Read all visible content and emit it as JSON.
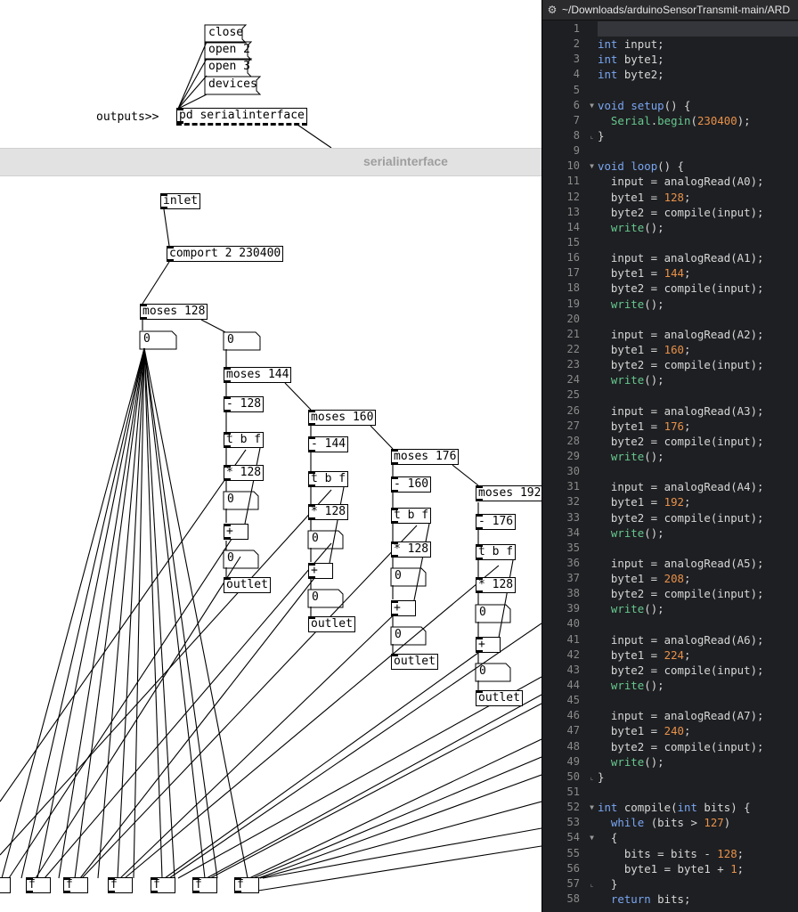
{
  "pd_main": {
    "messages": [
      "close",
      "open 2",
      "open 3",
      "devices"
    ],
    "comment": "outputs>>",
    "subpatch": "pd serialinterface"
  },
  "subwindow_title": "serialinterface",
  "subpatch": {
    "inlet": "inlet",
    "comport": "comport 2 230400",
    "moses": [
      "moses 128",
      "moses 144",
      "moses 160",
      "moses 176",
      "moses 192"
    ],
    "minus": [
      "- 128",
      "- 144",
      "- 160",
      "- 176"
    ],
    "tbf": "t b f",
    "mult": "* 128",
    "plus": "+",
    "number_value": "0",
    "outlet": "outlet",
    "f_label": "f"
  },
  "editor": {
    "title": "~/Downloads/arduinoSensorTransmit-main/ARD",
    "line_numbers": [
      "1",
      "2",
      "3",
      "4",
      "5",
      "6",
      "7",
      "8",
      "9",
      "10",
      "11",
      "12",
      "13",
      "14",
      "15",
      "16",
      "17",
      "18",
      "19",
      "20",
      "21",
      "22",
      "23",
      "24",
      "25",
      "26",
      "27",
      "28",
      "29",
      "30",
      "31",
      "32",
      "33",
      "34",
      "35",
      "36",
      "37",
      "38",
      "39",
      "40",
      "41",
      "42",
      "43",
      "44",
      "45",
      "46",
      "47",
      "48",
      "49",
      "50",
      "51",
      "52",
      "53",
      "54",
      "55",
      "56",
      "57",
      "58"
    ]
  },
  "colors": {
    "editor_bg": "#1e1f22",
    "keyword": "#79a6f2",
    "number": "#e8914a",
    "builtin": "#66c88f"
  }
}
